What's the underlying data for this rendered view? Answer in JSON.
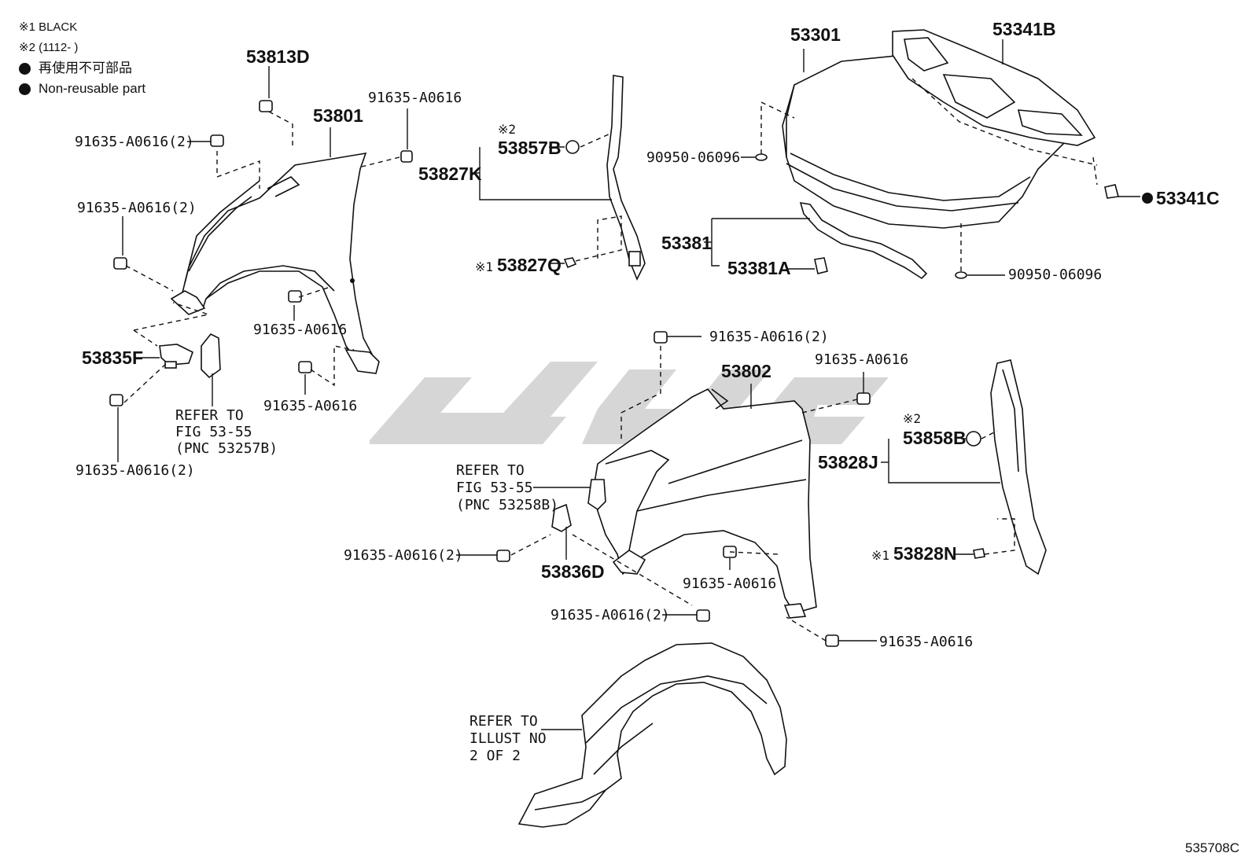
{
  "legend": {
    "note1": "※1  BLACK",
    "note2": "※2 (1112-      )",
    "non_reusable_jp": "再使用不可部品",
    "non_reusable_en": "Non-reusable part"
  },
  "labels": {
    "p53813D": "53813D",
    "p53801": "53801",
    "b_top_left": "91635-A0616(2)",
    "b_left_mid": "91635-A0616(2)",
    "b_top_mid": "91635-A0616",
    "b_mid": "91635-A0616",
    "b_mid_low": "91635-A0616",
    "p53835F": "53835F",
    "refer1_a": "REFER TO",
    "refer1_b": "FIG 53-55",
    "refer1_c": "(PNC 53257B)",
    "b_bottom_left": "91635-A0616(2)",
    "star2_a": "※2",
    "p53857B": "53857B",
    "p53827K": "53827K",
    "star1_a": "※1",
    "p53827Q": "53827Q",
    "p53301": "53301",
    "p53341B": "53341B",
    "p90950a": "90950-06096",
    "p53341C": "53341C",
    "p53381": "53381",
    "p53381A": "53381A",
    "p90950b": "90950-06096",
    "b_right_top": "91635-A0616(2)",
    "b_right_top2": "91635-A0616",
    "p53802": "53802",
    "star2_b": "※2",
    "p53858B": "53858B",
    "p53828J": "53828J",
    "refer2_a": "REFER TO",
    "refer2_b": "FIG 53-55",
    "refer2_c": "(PNC 53258B)",
    "b_center_left": "91635-A0616(2)",
    "p53836D": "53836D",
    "b_center_mid": "91635-A0616",
    "b_center_low": "91635-A0616(2)",
    "star1_b": "※1",
    "p53828N": "53828N",
    "b_right_low": "91635-A0616",
    "refer3_a": "REFER TO",
    "refer3_b": "ILLUST NO",
    "refer3_c": "2 OF 2"
  },
  "illustration_code": "535708C"
}
